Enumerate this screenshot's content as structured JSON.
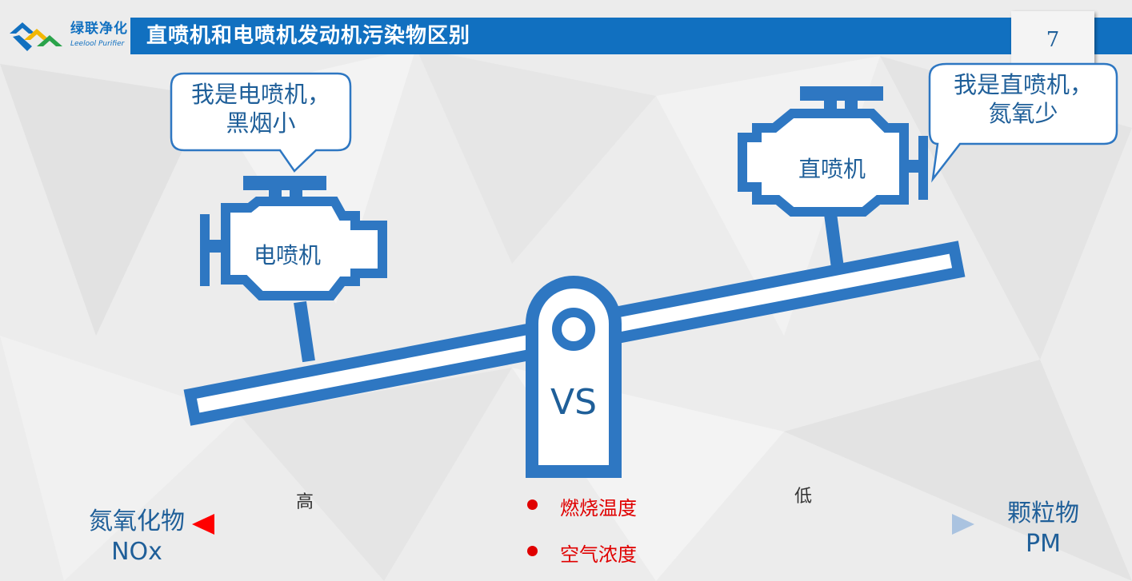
{
  "brand": {
    "name_cn": "绿联净化",
    "name_en": "Leelool Purifier"
  },
  "header": {
    "title": "直喷机和电喷机发动机污染物区别",
    "page_number": "7"
  },
  "left_engine": {
    "bubble_line1": "我是电喷机，",
    "bubble_line2": "黑烟小",
    "label": "电喷机"
  },
  "right_engine": {
    "bubble_line1": "我是直喷机，",
    "bubble_line2": "氮氧少",
    "label": "直喷机"
  },
  "seesaw": {
    "vs_label": "VS"
  },
  "axis": {
    "left_title": "氮氧化物",
    "left_sub": "NOx",
    "right_title": "颗粒物",
    "right_sub": "PM",
    "high_label": "高",
    "low_label": "低",
    "factors": [
      "燃烧温度",
      "空气浓度"
    ]
  },
  "colors": {
    "primary": "#1170c0",
    "engine_blue": "#2e77c2",
    "arrow_red": "#ff0000",
    "arrow_light": "#b9cde3"
  }
}
